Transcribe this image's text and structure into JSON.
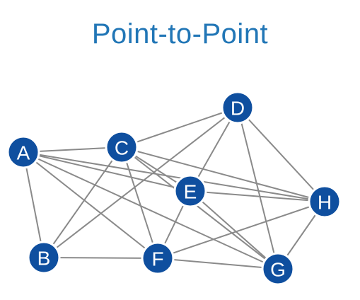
{
  "title": "Point-to-Point",
  "colors": {
    "title": "#2176b6",
    "node_fill": "#0f4f9f",
    "node_text": "#ffffff",
    "edge": "#8a8a8a"
  },
  "nodes": [
    {
      "id": "A",
      "label": "A"
    },
    {
      "id": "B",
      "label": "B"
    },
    {
      "id": "C",
      "label": "C"
    },
    {
      "id": "D",
      "label": "D"
    },
    {
      "id": "E",
      "label": "E"
    },
    {
      "id": "F",
      "label": "F"
    },
    {
      "id": "G",
      "label": "G"
    },
    {
      "id": "H",
      "label": "H"
    }
  ],
  "edges": [
    [
      "A",
      "C"
    ],
    [
      "A",
      "B"
    ],
    [
      "A",
      "E"
    ],
    [
      "A",
      "F"
    ],
    [
      "A",
      "H"
    ],
    [
      "A",
      "G"
    ],
    [
      "C",
      "D"
    ],
    [
      "C",
      "B"
    ],
    [
      "C",
      "F"
    ],
    [
      "C",
      "E"
    ],
    [
      "C",
      "H"
    ],
    [
      "C",
      "G"
    ],
    [
      "D",
      "B"
    ],
    [
      "D",
      "E"
    ],
    [
      "D",
      "G"
    ],
    [
      "D",
      "H"
    ],
    [
      "E",
      "F"
    ],
    [
      "E",
      "H"
    ],
    [
      "E",
      "G"
    ],
    [
      "B",
      "F"
    ],
    [
      "F",
      "H"
    ],
    [
      "F",
      "G"
    ],
    [
      "H",
      "G"
    ]
  ]
}
